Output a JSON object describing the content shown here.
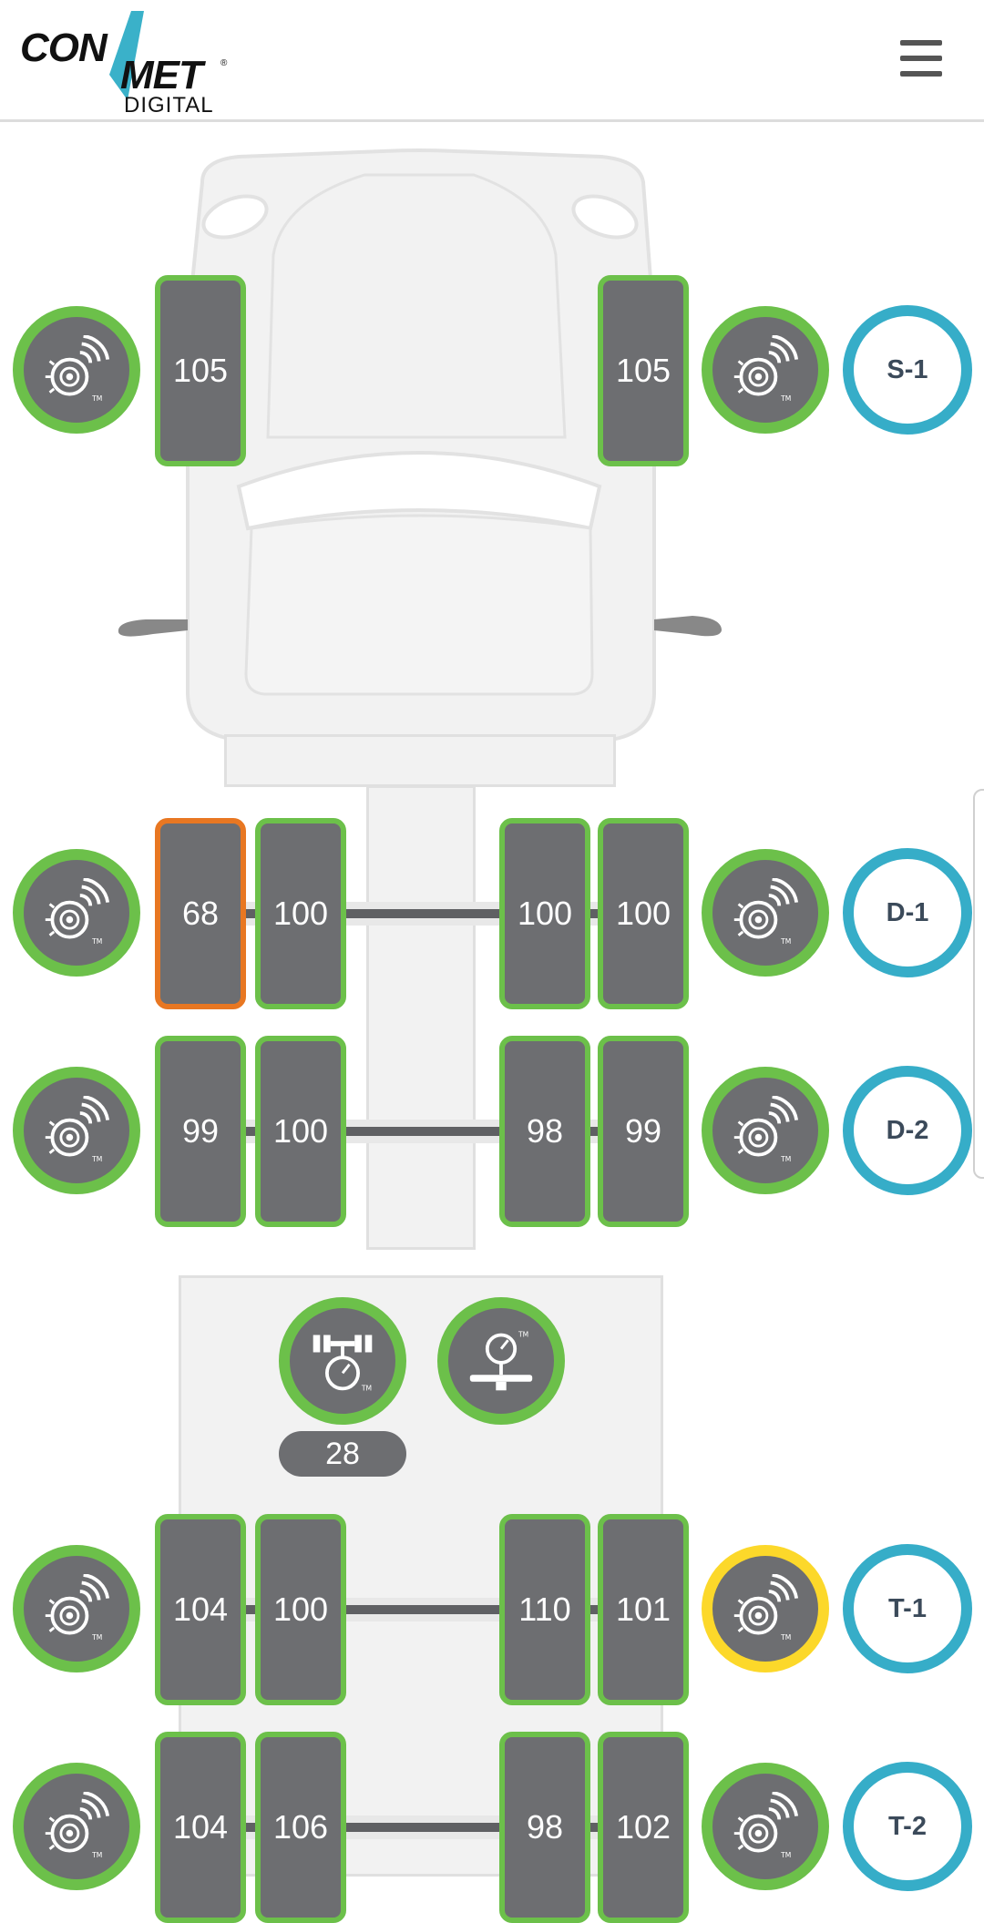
{
  "brand": {
    "line1": "CON",
    "line2": "MET",
    "line3": "DIGITAL",
    "reg": "®"
  },
  "colors": {
    "ok": "#6cc04a",
    "alert": "#e87722",
    "warn": "#fcd82a",
    "axle_label": "#36adc8",
    "tire_fill": "#6d6e71"
  },
  "axles": [
    {
      "label": "S-1",
      "tires": [
        "105",
        "105"
      ],
      "right_sensor_status": "ok"
    },
    {
      "label": "D-1",
      "tires": [
        "68",
        "100",
        "100",
        "100"
      ],
      "right_sensor_status": "ok"
    },
    {
      "label": "D-2",
      "tires": [
        "99",
        "100",
        "98",
        "99"
      ],
      "right_sensor_status": "ok"
    },
    {
      "label": "T-1",
      "tires": [
        "104",
        "100",
        "110",
        "101"
      ],
      "right_sensor_status": "warn"
    },
    {
      "label": "T-2",
      "tires": [
        "104",
        "106",
        "98",
        "102"
      ],
      "right_sensor_status": "ok"
    }
  ],
  "trailer": {
    "psi_value": "28",
    "icons": [
      "trailer-axle-gauge-icon",
      "tank-pressure-gauge-icon"
    ]
  },
  "icons": {
    "hub": "wheel-hub-sensor-icon",
    "menu": "hamburger-menu-icon"
  }
}
